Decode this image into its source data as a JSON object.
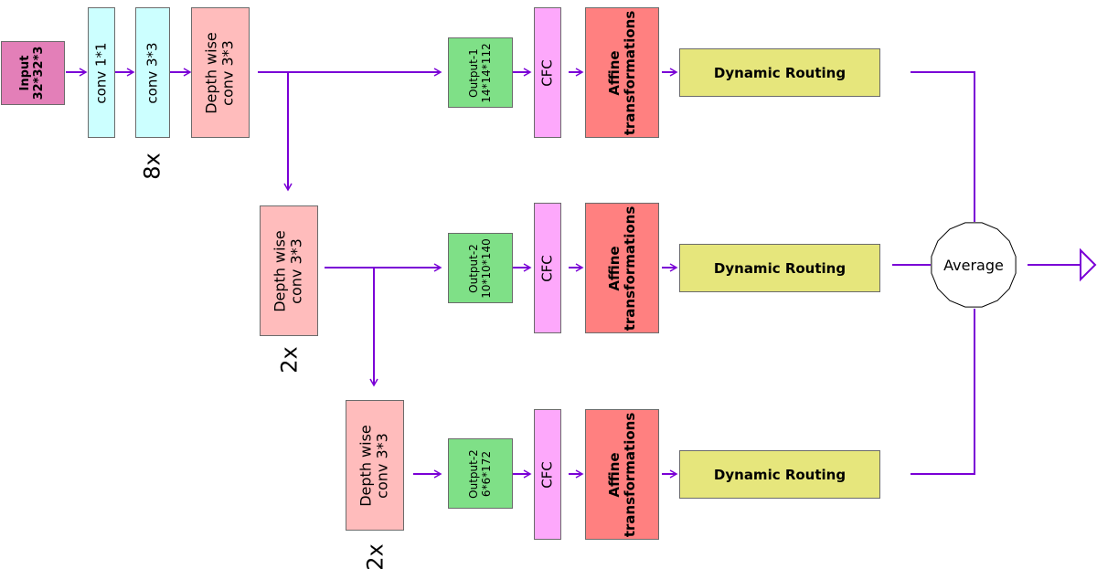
{
  "input": {
    "line1": "Input",
    "line2": "32*32*3"
  },
  "conv1": "conv 1*1",
  "conv3": "conv 3*3",
  "repeat_labels": [
    "8x",
    "2x",
    "2x"
  ],
  "branches": [
    {
      "dw": {
        "line1": "Depth wise",
        "line2": "conv 3*3"
      },
      "output": {
        "line1": "Output-1",
        "line2": "14*14*112"
      },
      "cfc": "CFC",
      "affine": {
        "line1": "Affine",
        "line2": "transformations"
      },
      "routing": "Dynamic Routing"
    },
    {
      "dw": {
        "line1": "Depth wise",
        "line2": "conv 3*3"
      },
      "output": {
        "line1": "Output-2",
        "line2": "10*10*140"
      },
      "cfc": "CFC",
      "affine": {
        "line1": "Affine",
        "line2": "transformations"
      },
      "routing": "Dynamic Routing"
    },
    {
      "dw": {
        "line1": "Depth wise",
        "line2": "conv 3*3"
      },
      "output": {
        "line1": "Output-2",
        "line2": "6*6*172"
      },
      "cfc": "CFC",
      "affine": {
        "line1": "Affine",
        "line2": "transformations"
      },
      "routing": "Dynamic Routing"
    }
  ],
  "average": "Average",
  "colors": {
    "arrow": "#7a00d6",
    "input": "#e37fb8",
    "conv": "#ccffff",
    "depthwise": "#ffbcbc",
    "output": "#7fe087",
    "cfc": "#fda8fb",
    "affine": "#ff8080",
    "routing": "#e6e67c"
  }
}
